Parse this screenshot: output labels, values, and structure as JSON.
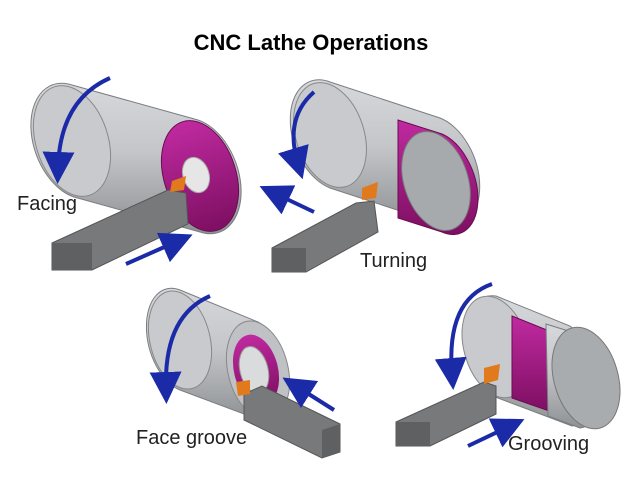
{
  "title": "CNC Lathe Operations",
  "operations": [
    {
      "label": "Facing"
    },
    {
      "label": "Turning"
    },
    {
      "label": "Face groove"
    },
    {
      "label": "Grooving"
    }
  ],
  "colors": {
    "workpiece": "#b9bcc0",
    "workpiece_dark": "#8a8d91",
    "machined_surface": "#a0157f",
    "tool": "#6e7073",
    "tool_tip": "#e07a1c",
    "arrow": "#1b2ba8"
  }
}
